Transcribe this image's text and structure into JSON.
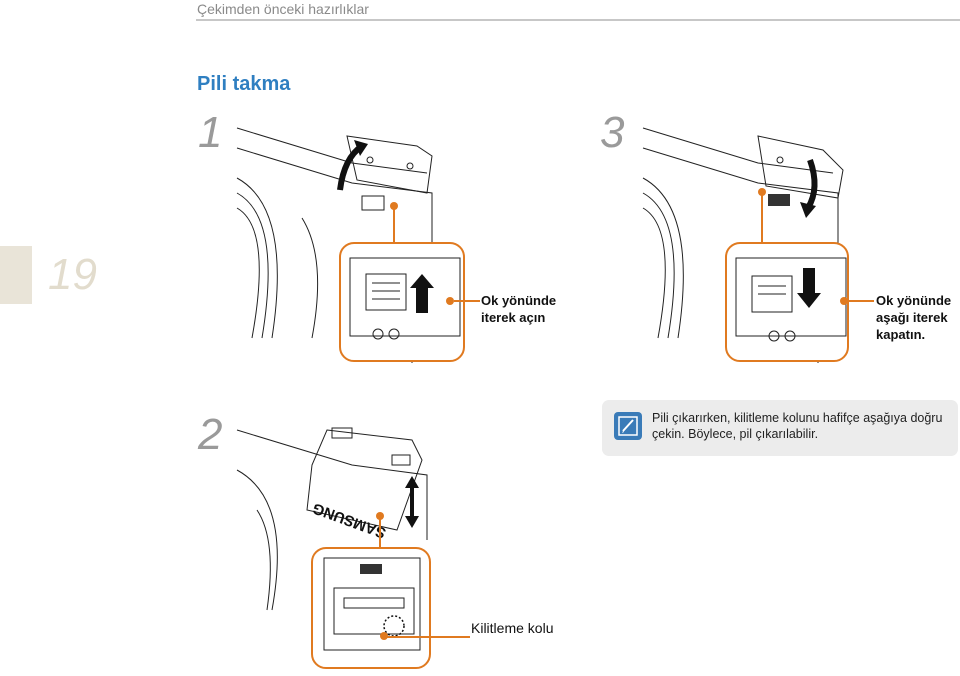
{
  "header": {
    "title": "Çekimden önceki hazırlıklar"
  },
  "section": {
    "title": "Pili takma"
  },
  "page_number": "19",
  "steps": [
    {
      "number": "1",
      "caption_line1": "Ok yönünde",
      "caption_line2": "iterek açın"
    },
    {
      "number": "2"
    },
    {
      "number": "3",
      "caption_line1": "Ok yönünde",
      "caption_line2": "aşağı iterek",
      "caption_line3": "kapatın."
    }
  ],
  "illustration_labels": {
    "lock_lever": "Kilitleme kolu",
    "brand": "SAMSUNG"
  },
  "note": {
    "icon": "pencil-note-icon",
    "line1": "Pili çıkarırken, kilitleme kolunu hafifçe aşağıya doğru",
    "line2": "çekin. Böylece, pil çıkarılabilir."
  },
  "colors": {
    "accent": "#2f7fc1",
    "callout": "#e07a20",
    "tab": "#e9e4d8"
  }
}
